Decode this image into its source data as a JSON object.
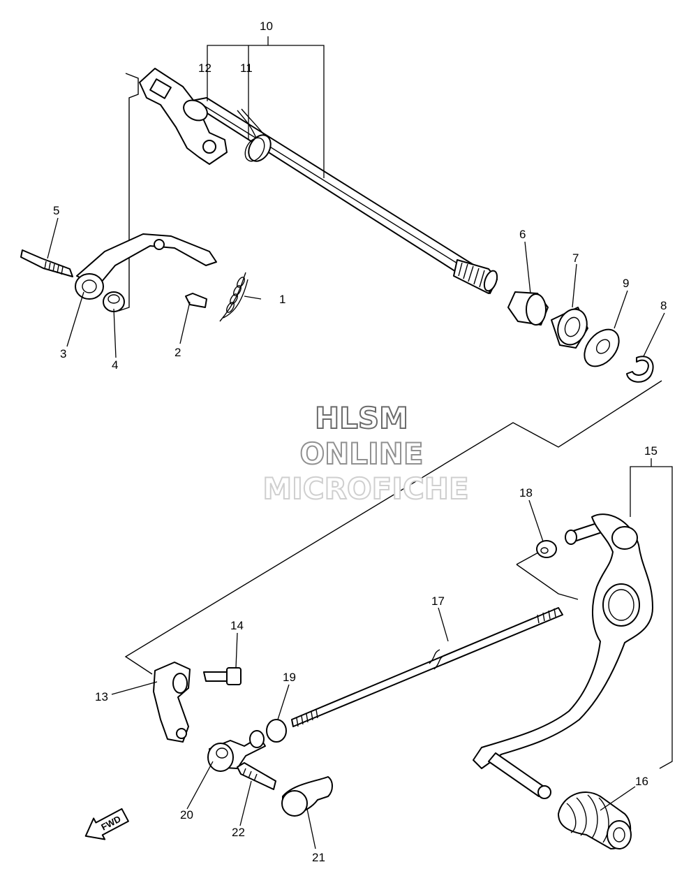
{
  "watermark": {
    "line1": "HLSM",
    "line2": "ONLINE",
    "line3": "MICROFICHE"
  },
  "direction_indicator": {
    "label": "FWD",
    "icon": "fwd-arrow-icon"
  },
  "callouts": {
    "c1": "1",
    "c2": "2",
    "c3": "3",
    "c4": "4",
    "c5": "5",
    "c6": "6",
    "c7": "7",
    "c8": "8",
    "c9": "9",
    "c10": "10",
    "c11": "11",
    "c12": "12",
    "c13": "13",
    "c14": "14",
    "c15": "15",
    "c16": "16",
    "c17": "17",
    "c18": "18",
    "c19": "19",
    "c20": "20",
    "c21": "21",
    "c22": "22"
  }
}
